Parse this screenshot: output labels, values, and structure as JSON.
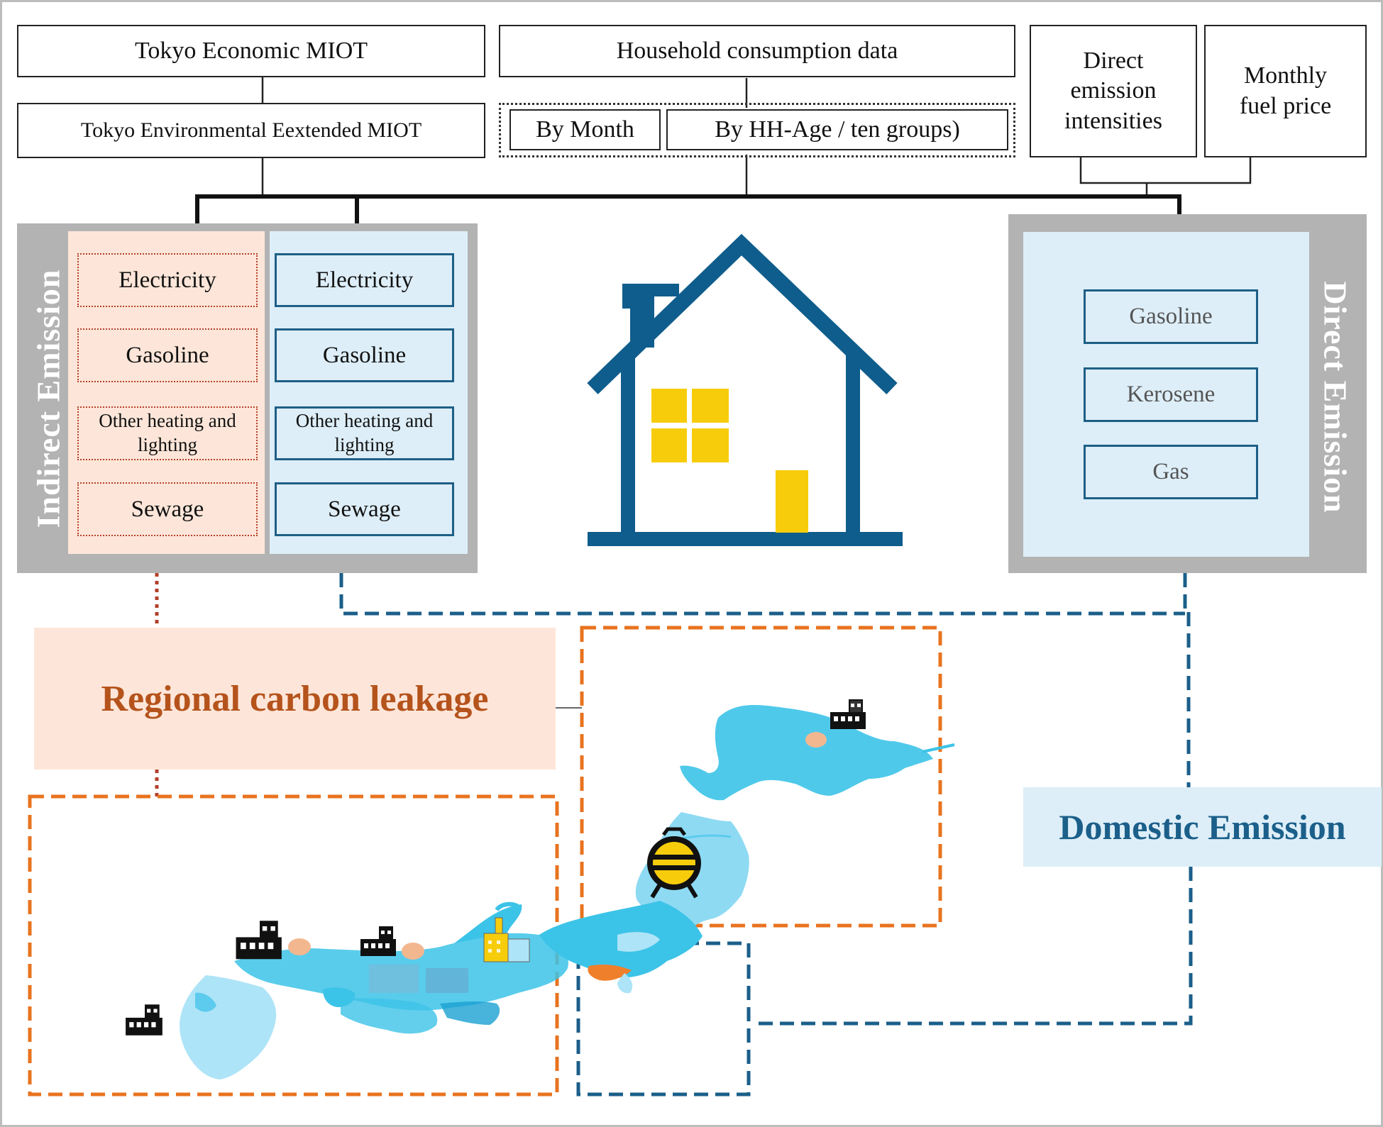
{
  "top": {
    "tokyo_economic_miot": "Tokyo  Economic MIOT",
    "tokyo_env_miot": "Tokyo Environmental  Eextended MIOT",
    "household_data": "Household consumption data",
    "by_month": "By Month",
    "by_hh_age": "By HH-Age  / ten groups)",
    "direct_intensities": [
      "Direct",
      "emission",
      "intensities"
    ],
    "monthly_fuel_price": [
      "Monthly",
      "fuel price"
    ]
  },
  "indirect": {
    "label": "Indirect  Emission",
    "brown_items": [
      "Electricity",
      "Gasoline",
      "Other heating and lighting",
      "Sewage"
    ],
    "blue_items": [
      "Electricity",
      "Gasoline",
      "Other heating and lighting",
      "Sewage"
    ]
  },
  "direct": {
    "label": "Direct  Emission",
    "items": [
      "Gasoline",
      "Kerosene",
      "Gas"
    ]
  },
  "regional_label": "Regional carbon leakage",
  "domestic_label": "Domestic Emission",
  "colors": {
    "brown_text": "#b5531c",
    "orange_dash": "#e8731f",
    "blue_dash": "#1b5f8a",
    "house_blue": "#0f5d8c",
    "window_yellow": "#f7cd0b",
    "peach_fill": "#fde6d9",
    "light_blue_fill": "#ddeef8",
    "gray_panel": "#b3b3b3",
    "map_blue": "#3cc3e8"
  }
}
